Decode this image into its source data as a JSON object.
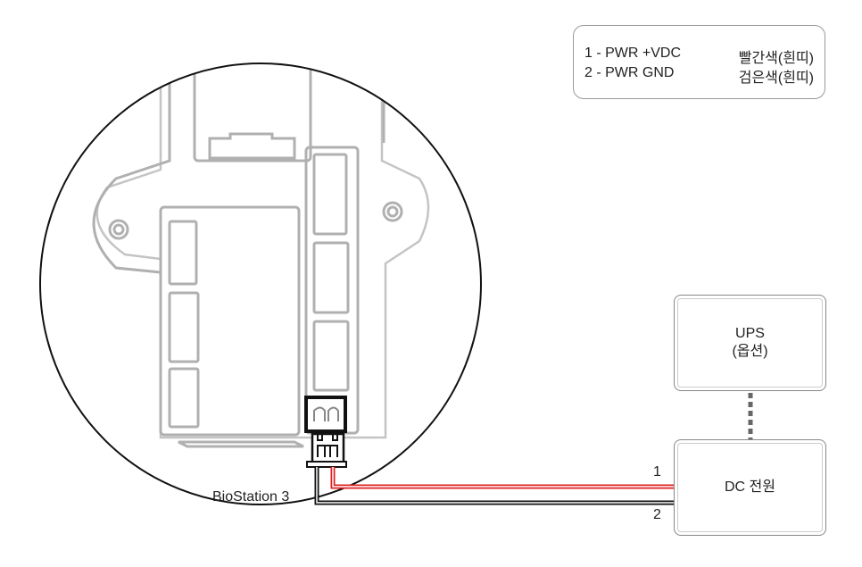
{
  "legend": {
    "rows": [
      {
        "pin": "1 - PWR +VDC",
        "color": "빨간색(흰띠)"
      },
      {
        "pin": "2 - PWR GND",
        "color": "검은색(흰띠)"
      }
    ]
  },
  "device_label": "BioStation 3",
  "ups_box": {
    "line1": "UPS",
    "line2": "(옵션)"
  },
  "dc_box": {
    "label": "DC 전원"
  },
  "wires": {
    "wire1_label": "1",
    "wire2_label": "2"
  },
  "colors": {
    "wire1": "#e02020",
    "wire2": "#111111",
    "outline": "#b0b0b0"
  }
}
